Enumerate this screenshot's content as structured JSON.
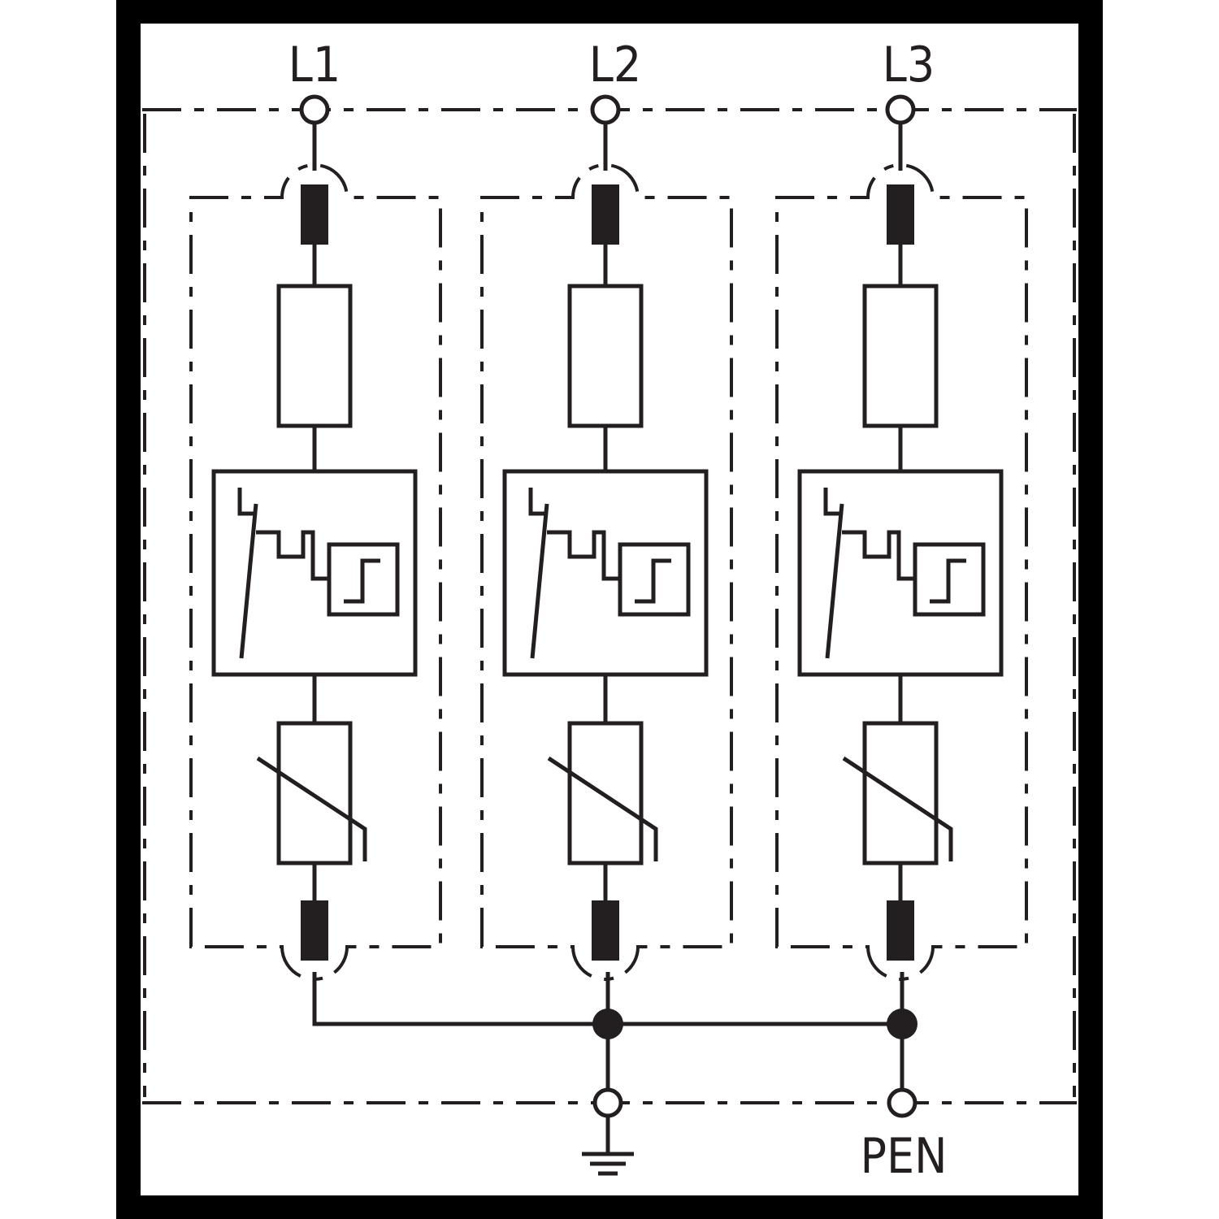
{
  "diagram": {
    "type": "surge-protection-device-schematic",
    "colors": {
      "ink": "#231f20",
      "frame": "#000000",
      "background": "#ffffff"
    },
    "terminals_top": [
      {
        "label": "L1"
      },
      {
        "label": "L2"
      },
      {
        "label": "L3"
      }
    ],
    "terminals_bottom": [
      {
        "label": "",
        "symbol": "earth-ground-icon"
      },
      {
        "label": "PEN"
      }
    ],
    "module_components": [
      "spark-gap-terminal",
      "fuse",
      "disconnector-with-indicator",
      "varistor",
      "spark-gap-terminal"
    ]
  }
}
